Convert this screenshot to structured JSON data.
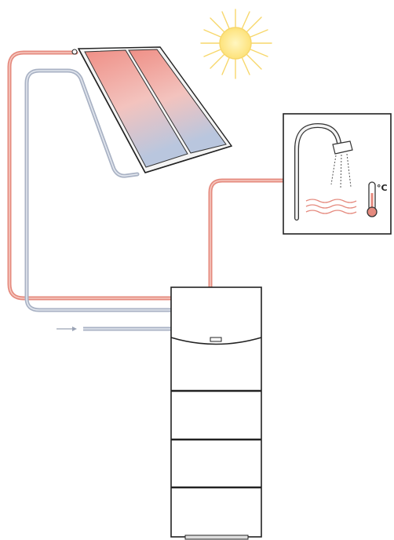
{
  "diagram": {
    "thermometer_unit": "°C",
    "components": {
      "sun": "sun-icon",
      "collector": "solar-collector-panel",
      "tank": "hot-water-storage-tank",
      "tap": "shower-tap-icon",
      "thermometer": "thermometer-icon"
    }
  },
  "colors": {
    "hot_pipe": "#e58a7e",
    "hot_pipe_light": "#f6c9c0",
    "cold_pipe": "#a9b2c4",
    "cold_pipe_light": "#e3e7ef",
    "sun_core": "#fde98a",
    "sun_rays": "#f7d76b",
    "panel_hot": "#ef8f86",
    "panel_cold": "#b9c6de",
    "outline": "#222222"
  }
}
